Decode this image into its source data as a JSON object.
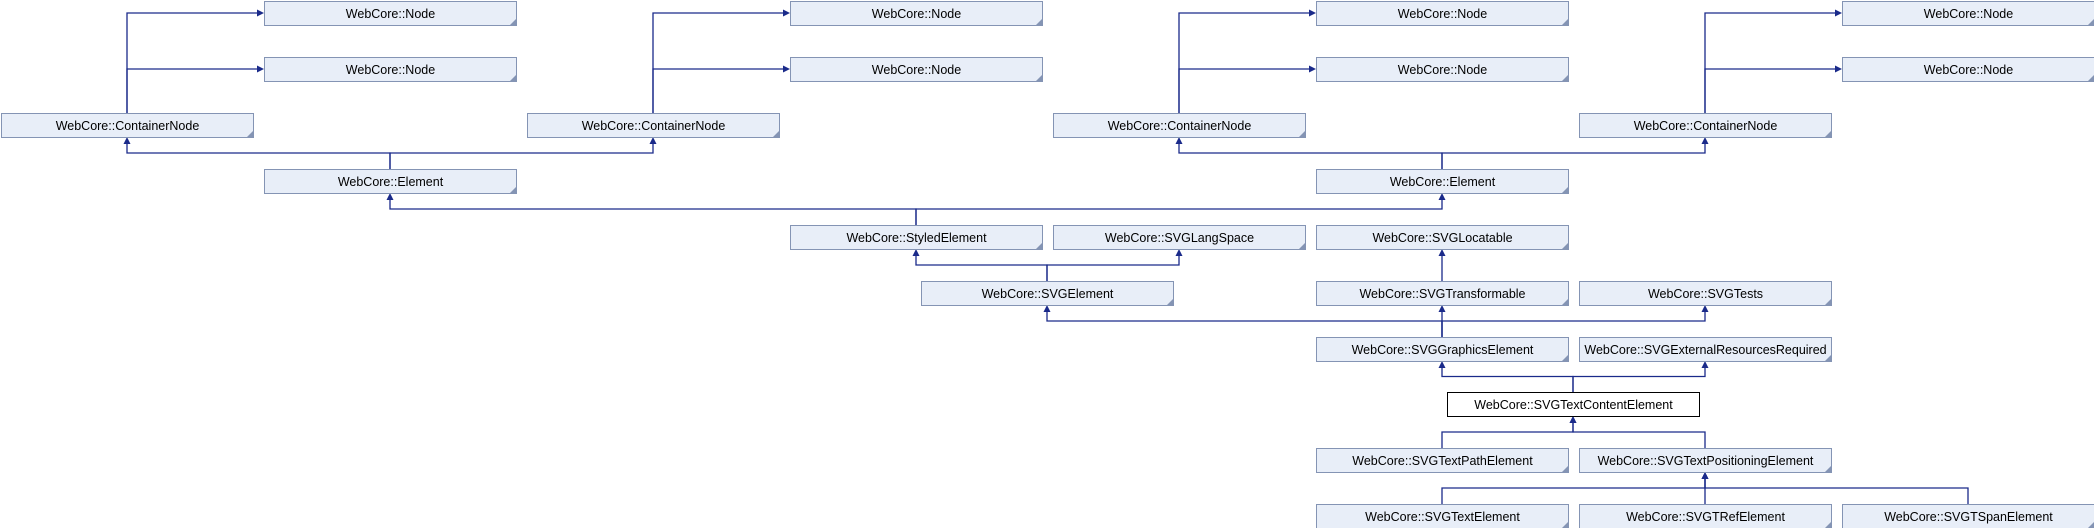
{
  "diagram": {
    "colors": {
      "node_fill": "#e8eef8",
      "node_border": "#8494b4",
      "edge": "#1a2a8a",
      "current_fill": "#ffffff",
      "current_border": "#000000"
    },
    "nodes": [
      {
        "id": "node1a",
        "label": "WebCore::Node"
      },
      {
        "id": "node1b",
        "label": "WebCore::Node"
      },
      {
        "id": "node2a",
        "label": "WebCore::Node"
      },
      {
        "id": "node2b",
        "label": "WebCore::Node"
      },
      {
        "id": "node3a",
        "label": "WebCore::Node"
      },
      {
        "id": "node3b",
        "label": "WebCore::Node"
      },
      {
        "id": "node4a",
        "label": "WebCore::Node"
      },
      {
        "id": "node4b",
        "label": "WebCore::Node"
      },
      {
        "id": "cn1",
        "label": "WebCore::ContainerNode"
      },
      {
        "id": "cn2",
        "label": "WebCore::ContainerNode"
      },
      {
        "id": "cn3",
        "label": "WebCore::ContainerNode"
      },
      {
        "id": "cn4",
        "label": "WebCore::ContainerNode"
      },
      {
        "id": "el1",
        "label": "WebCore::Element"
      },
      {
        "id": "el2",
        "label": "WebCore::Element"
      },
      {
        "id": "styled",
        "label": "WebCore::StyledElement"
      },
      {
        "id": "langspace",
        "label": "WebCore::SVGLangSpace"
      },
      {
        "id": "locatable",
        "label": "WebCore::SVGLocatable"
      },
      {
        "id": "svgelement",
        "label": "WebCore::SVGElement"
      },
      {
        "id": "transformable",
        "label": "WebCore::SVGTransformable"
      },
      {
        "id": "tests",
        "label": "WebCore::SVGTests"
      },
      {
        "id": "graphics",
        "label": "WebCore::SVGGraphicsElement"
      },
      {
        "id": "extres",
        "label": "WebCore::SVGExternalResourcesRequired"
      },
      {
        "id": "textcontent",
        "label": "WebCore::SVGTextContentElement",
        "current": true
      },
      {
        "id": "textpath",
        "label": "WebCore::SVGTextPathElement"
      },
      {
        "id": "textpos",
        "label": "WebCore::SVGTextPositioningElement"
      },
      {
        "id": "text",
        "label": "WebCore::SVGTextElement"
      },
      {
        "id": "tref",
        "label": "WebCore::SVGTRefElement"
      },
      {
        "id": "tspan",
        "label": "WebCore::SVGTSpanElement"
      }
    ],
    "edges": [
      {
        "from": "cn1",
        "to": "node1a"
      },
      {
        "from": "cn1",
        "to": "node1b"
      },
      {
        "from": "cn2",
        "to": "node2a"
      },
      {
        "from": "cn2",
        "to": "node2b"
      },
      {
        "from": "cn3",
        "to": "node3a"
      },
      {
        "from": "cn3",
        "to": "node3b"
      },
      {
        "from": "cn4",
        "to": "node4a"
      },
      {
        "from": "cn4",
        "to": "node4b"
      },
      {
        "from": "el1",
        "to": "cn1"
      },
      {
        "from": "el1",
        "to": "cn2"
      },
      {
        "from": "el2",
        "to": "cn3"
      },
      {
        "from": "el2",
        "to": "cn4"
      },
      {
        "from": "styled",
        "to": "el1"
      },
      {
        "from": "styled",
        "to": "el2"
      },
      {
        "from": "svgelement",
        "to": "styled"
      },
      {
        "from": "svgelement",
        "to": "langspace"
      },
      {
        "from": "transformable",
        "to": "locatable"
      },
      {
        "from": "graphics",
        "to": "svgelement"
      },
      {
        "from": "graphics",
        "to": "transformable"
      },
      {
        "from": "graphics",
        "to": "tests"
      },
      {
        "from": "textcontent",
        "to": "graphics"
      },
      {
        "from": "textcontent",
        "to": "extres"
      },
      {
        "from": "textpath",
        "to": "textcontent"
      },
      {
        "from": "textpos",
        "to": "textcontent"
      },
      {
        "from": "text",
        "to": "textpos"
      },
      {
        "from": "tref",
        "to": "textpos"
      },
      {
        "from": "tspan",
        "to": "textpos"
      }
    ]
  }
}
